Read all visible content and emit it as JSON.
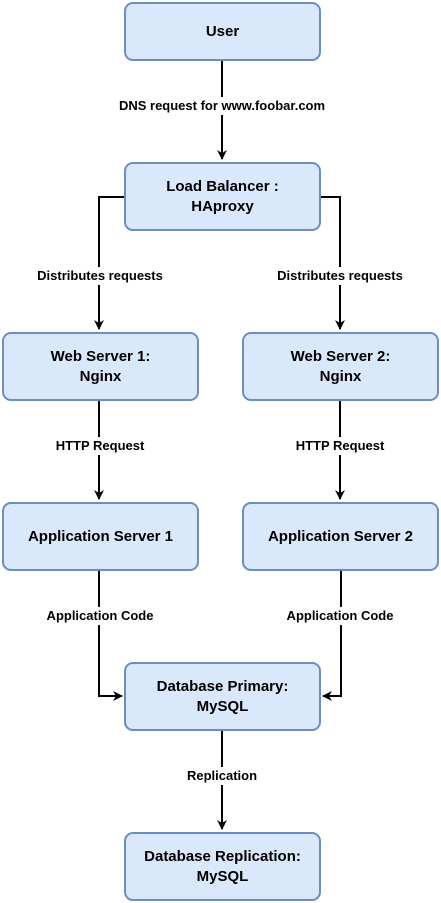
{
  "nodes": {
    "user": "User",
    "load_balancer": "Load Balancer :\nHAproxy",
    "web_server_1": "Web Server 1:\nNginx",
    "web_server_2": "Web Server 2:\nNginx",
    "app_server_1": "Application Server 1",
    "app_server_2": "Application Server 2",
    "db_primary": "Database Primary:\nMySQL",
    "db_replication": "Database Replication:\nMySQL"
  },
  "edges": {
    "dns_request": "DNS request for www.foobar.com",
    "distributes_left": "Distributes requests",
    "distributes_right": "Distributes requests",
    "http_left": "HTTP Request",
    "http_right": "HTTP Request",
    "app_code_left": "Application Code",
    "app_code_right": "Application Code",
    "replication": "Replication"
  },
  "colors": {
    "node_fill": "#dae8fc",
    "node_stroke": "#6c8ebf",
    "edge": "#000000"
  }
}
